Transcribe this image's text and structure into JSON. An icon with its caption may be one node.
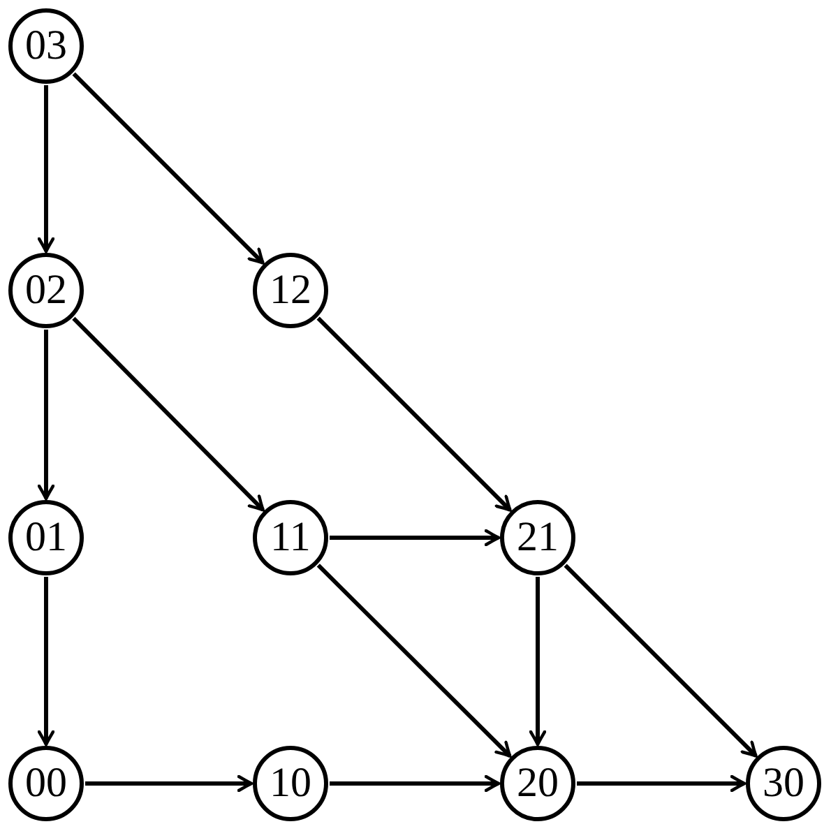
{
  "diagram": {
    "nodes": [
      {
        "text": [
          "03"
        ]
      },
      {
        "text": [
          "02"
        ]
      },
      {
        "text": [
          "12"
        ]
      },
      {
        "text": [
          "01"
        ]
      },
      {
        "text": [
          "11"
        ]
      },
      {
        "text": [
          "21"
        ]
      },
      {
        "text": [
          "00"
        ]
      },
      {
        "text": [
          "10"
        ]
      },
      {
        "text": [
          "20"
        ]
      },
      {
        "text": [
          "30"
        ]
      }
    ],
    "edges": [
      {
        "from": 0,
        "to": 1,
        "arrow": "to"
      },
      {
        "from": 0,
        "to": 2,
        "arrow": "to"
      },
      {
        "from": 1,
        "to": 3,
        "arrow": "to"
      },
      {
        "from": 1,
        "to": 4,
        "arrow": "to"
      },
      {
        "from": 2,
        "to": 5,
        "arrow": "to"
      },
      {
        "from": 3,
        "to": 6,
        "arrow": "to"
      },
      {
        "from": 4,
        "to": 5,
        "arrow": "to"
      },
      {
        "from": 4,
        "to": 8,
        "arrow": "to"
      },
      {
        "from": 5,
        "to": 8,
        "arrow": "to"
      },
      {
        "from": 5,
        "to": 9,
        "arrow": "to"
      },
      {
        "from": 6,
        "to": 7,
        "arrow": "to"
      },
      {
        "from": 7,
        "to": 8,
        "arrow": "to"
      },
      {
        "from": 8,
        "to": 9,
        "arrow": "to"
      }
    ]
  }
}
